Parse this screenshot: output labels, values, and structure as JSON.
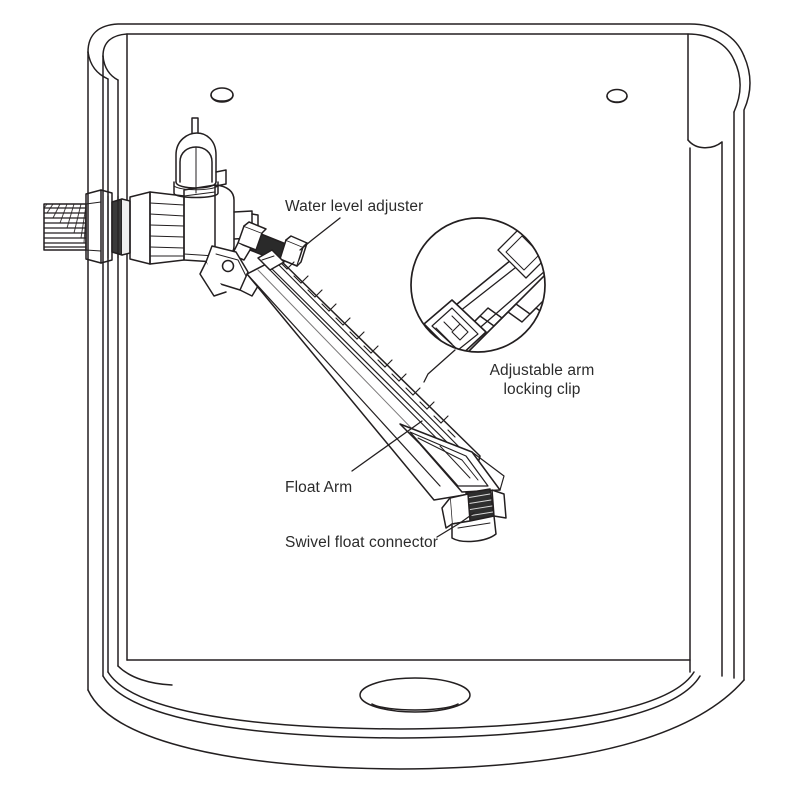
{
  "diagram": {
    "title": "Toilet cistern fill valve assembly — cutaway line diagram",
    "background_color": "#ffffff",
    "line_color": "#231f20",
    "text_color": "#2b2b2b",
    "shade_color": "#3a3a3a"
  },
  "labels": {
    "water_level_adjuster": "Water level adjuster",
    "adjustable_arm_locking_clip_line1": "Adjustable arm",
    "adjustable_arm_locking_clip_line2": "locking clip",
    "float_arm": "Float Arm",
    "swivel_float_connector": "Swivel float connector"
  },
  "parts": {
    "tank": "cistern-body",
    "inlet_shank": "threaded-inlet-shank",
    "lock_nut": "hex-lock-nut",
    "washer": "sealing-washer",
    "knurled_collar": "knurled-collar-nut",
    "valve_body": "fill-valve-body",
    "valve_cap": "valve-cap",
    "adjuster_screw": "water-level-adjuster-screw",
    "float_arm": "float-arm",
    "ratchet_rack": "ratchet-rack",
    "locking_clip": "locking-clip",
    "truss_brace": "triangular-truss-brace",
    "swivel_connector": "swivel-float-connector",
    "detail_circle": "magnified-detail-callout",
    "flush_hole": "flush-valve-opening",
    "boss_left": "mounting-boss-left",
    "boss_right": "mounting-boss-right"
  }
}
